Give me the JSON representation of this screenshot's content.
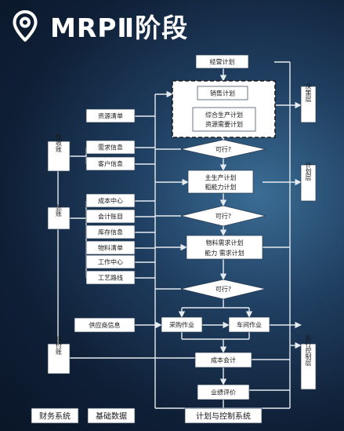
{
  "title": "MRPⅡ阶段",
  "icons": {
    "title_icon": "location-pin-icon"
  },
  "diagram": {
    "management_plan": "经营计划",
    "sales_plan": "销售计划",
    "integrated_plan_1": "综合生产计划",
    "integrated_plan_2": "资源需要计划",
    "feasible_1": "可行?",
    "mps_1": "主生产计划",
    "mps_2": "粗能力计划",
    "feasible_2": "可行?",
    "mrp_1": "物料需求计划",
    "mrp_2": "能力 需求计划",
    "feasible_3": "可行?",
    "purchase": "采购作业",
    "workshop": "车间作业",
    "cost_accounting": "成本会计",
    "performance": "业绩评价",
    "resource_list": "资源清单",
    "demand_info": "需求信息",
    "customer_info": "客户信息",
    "cost_center": "成本中心",
    "accounting_items": "会计账目",
    "inventory_info": "库存信息",
    "bom": "物料清单",
    "work_center": "工作中心",
    "routing": "工艺路线",
    "supplier_info": "供应商信息",
    "receivable": "应收账",
    "general_ledger": "总账",
    "payable": "应付账",
    "decision_layer": "决策层",
    "planning_layer": "计划层",
    "execution_layer": "执行控制层",
    "footer_finance": "财务系统",
    "footer_basic": "基础数据",
    "footer_planning": "计划与控制系统"
  }
}
